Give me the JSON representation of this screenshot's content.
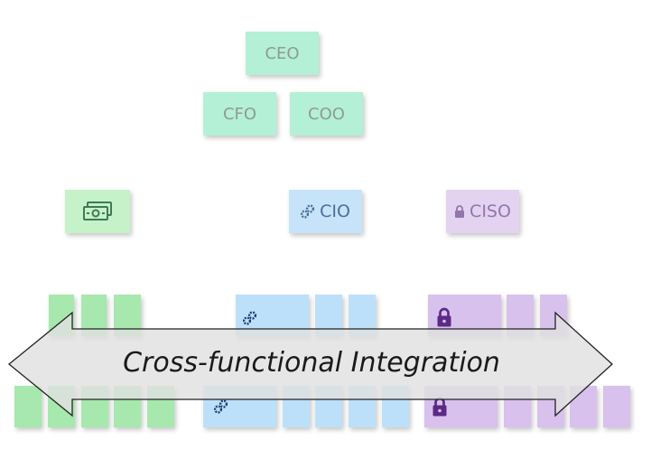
{
  "org": {
    "ceo": "CEO",
    "cfo": "CFO",
    "coo": "COO",
    "cio": "CIO",
    "ciso": "CISO"
  },
  "banner": {
    "text": "Cross-functional Integration"
  },
  "icons": {
    "finance": "money-icon",
    "it": "gears-icon",
    "security": "lock-icon"
  },
  "colors": {
    "exec": "#b4f0d6",
    "finance": "#c6f2c9",
    "it": "#c7e3fa",
    "security": "#e4d3f0"
  }
}
